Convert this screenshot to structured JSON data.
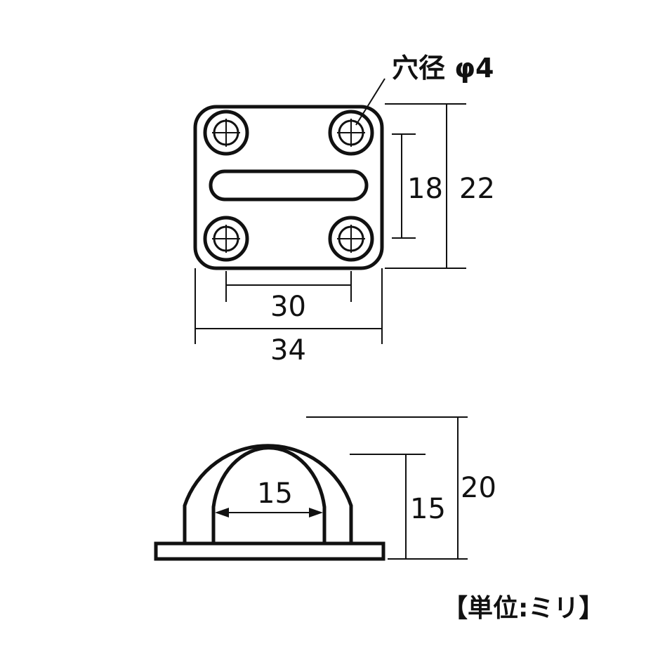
{
  "labels": {
    "hole": "穴径 φ4",
    "unit": "【単位:ミリ】"
  },
  "dimensions": {
    "width_inner": "30",
    "width_outer": "34",
    "height_inner": "18",
    "height_outer": "22",
    "loop_width": "15",
    "loop_height": "15",
    "total_height": "20"
  },
  "colors": {
    "line": "#111111",
    "background": "#ffffff"
  }
}
